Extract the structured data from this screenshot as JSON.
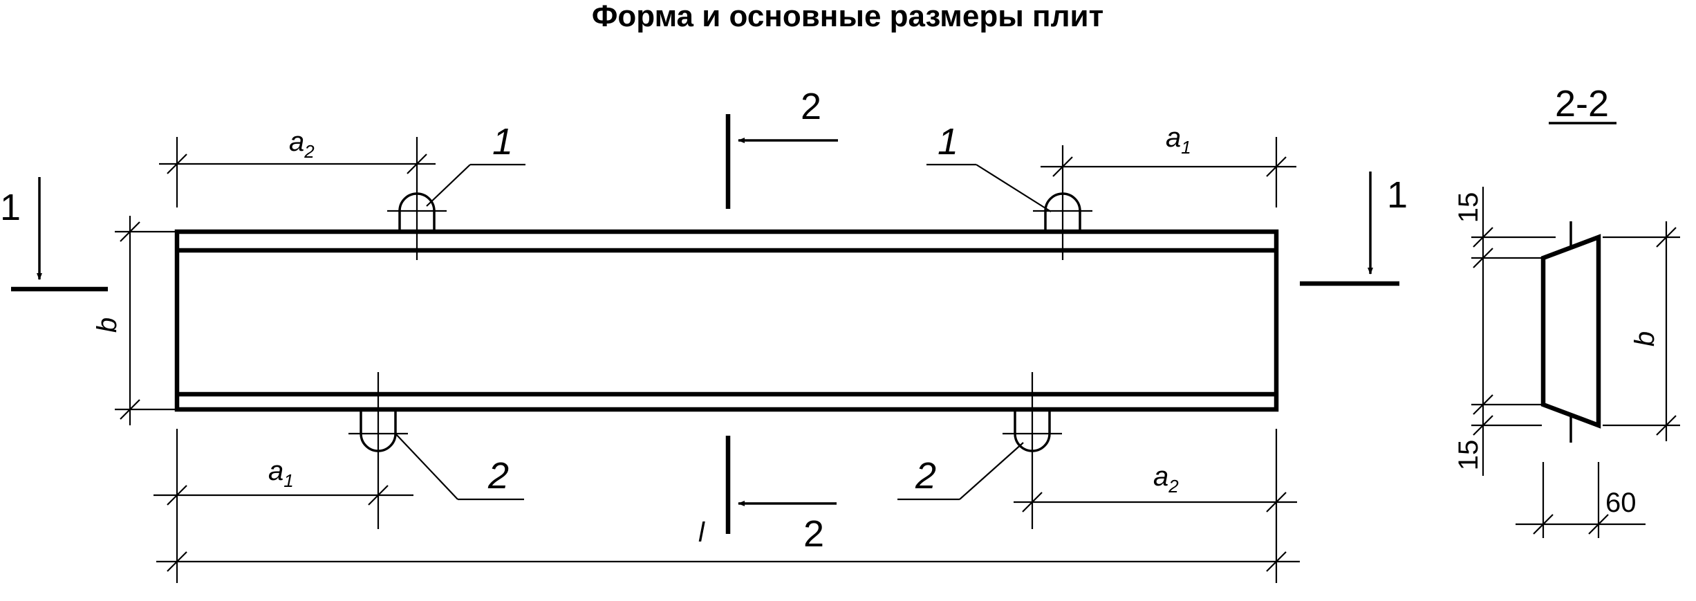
{
  "title": "Форма и основные размеры плит",
  "plan_view": {
    "dims": {
      "a1": "a",
      "a1_sub": "1",
      "a2": "a",
      "a2_sub": "2",
      "b": "b",
      "l": "l"
    },
    "callouts": {
      "loop_top": "1",
      "loop_bottom": "2"
    },
    "section_markers": {
      "section_1": "1",
      "section_2": "2"
    }
  },
  "section_view": {
    "title": "2-2",
    "dims": {
      "top_offset": "15",
      "bottom_offset": "15",
      "width": "60",
      "b": "b"
    }
  },
  "colors": {
    "ink": "#000000",
    "paper": "#ffffff"
  }
}
